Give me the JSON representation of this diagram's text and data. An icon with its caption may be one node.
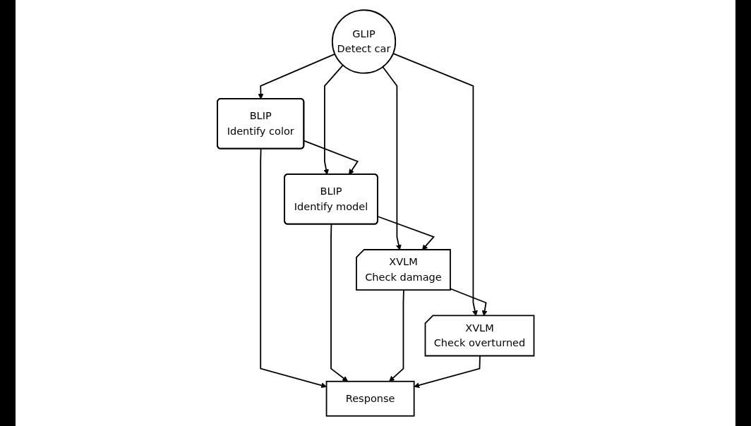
{
  "diagram": {
    "nodes": [
      {
        "text": [
          "GLIP",
          "Detect car"
        ]
      },
      {
        "text": [
          "BLIP",
          "Identify color"
        ]
      },
      {
        "text": [
          "BLIP",
          "Identify model"
        ]
      },
      {
        "text": [
          "XVLM",
          "Check damage"
        ]
      },
      {
        "text": [
          "XVLM",
          "Check overturned"
        ]
      },
      {
        "text": [
          "Response"
        ]
      }
    ],
    "edges": [
      {
        "from": 0,
        "to": 1,
        "arrow": "to"
      },
      {
        "from": 0,
        "to": 2,
        "arrow": "to"
      },
      {
        "from": 0,
        "to": 3,
        "arrow": "to"
      },
      {
        "from": 0,
        "to": 4,
        "arrow": "to"
      },
      {
        "from": 1,
        "to": 2,
        "arrow": "to"
      },
      {
        "from": 2,
        "to": 3,
        "arrow": "to"
      },
      {
        "from": 3,
        "to": 4,
        "arrow": "to"
      },
      {
        "from": 1,
        "to": 5,
        "arrow": "to"
      },
      {
        "from": 2,
        "to": 5,
        "arrow": "to"
      },
      {
        "from": 3,
        "to": 5,
        "arrow": "to"
      },
      {
        "from": 4,
        "to": 5,
        "arrow": "to"
      }
    ]
  }
}
